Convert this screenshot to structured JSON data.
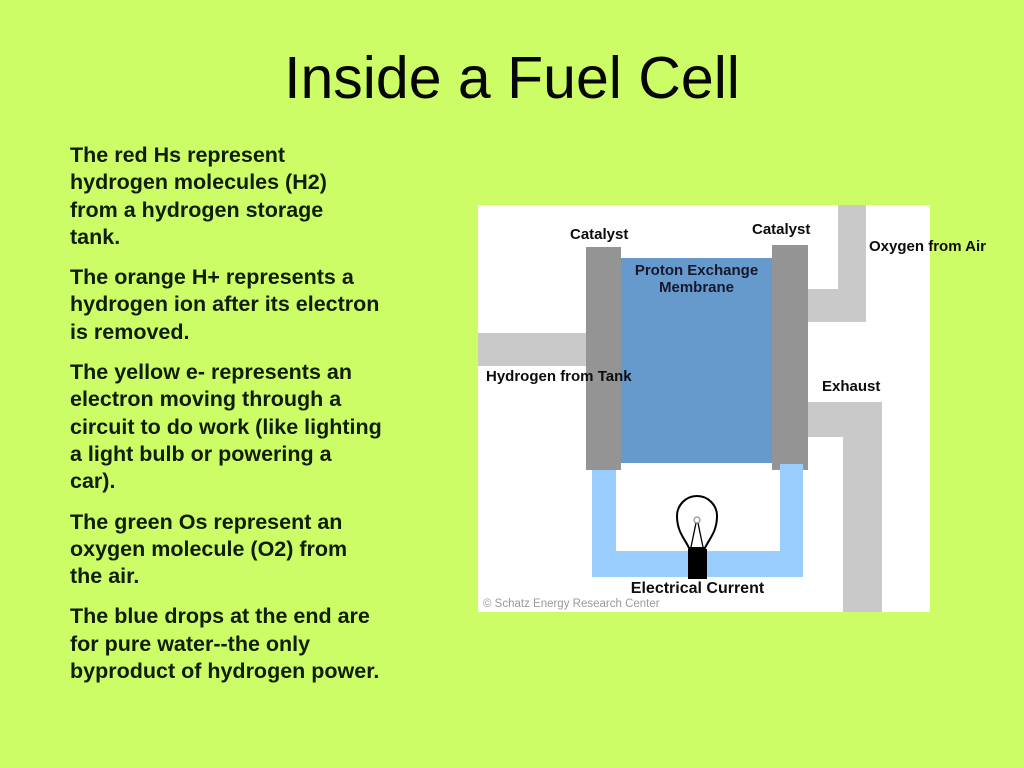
{
  "slide": {
    "title": "Inside a Fuel Cell",
    "background_color": "#ccfc66"
  },
  "body_text": {
    "paragraphs": [
      {
        "lines": [
          "The red Hs represent",
          "hydrogen molecules (H2)",
          "from a hydrogen storage",
          "tank."
        ]
      },
      {
        "lines": [
          "The orange H+ represents a",
          "hydrogen ion after its electron",
          "is removed."
        ]
      },
      {
        "lines": [
          "The yellow e- represents an",
          "electron moving through a",
          "circuit to do work (like lighting",
          "a light bulb or powering a",
          "car)."
        ]
      },
      {
        "lines": [
          "The green Os represent an",
          "oxygen molecule (O2) from",
          "the air."
        ]
      },
      {
        "lines": [
          "The blue drops at the end are",
          "for pure water--the only",
          "byproduct of hydrogen power."
        ]
      }
    ]
  },
  "diagram": {
    "labels": {
      "catalyst_left": "Catalyst",
      "catalyst_right": "Catalyst",
      "oxygen_lines": [
        "Oxygen",
        "from",
        "Air"
      ],
      "hydrogen_lines": [
        "Hydrogen",
        "from Tank"
      ],
      "exhaust": "Exhaust",
      "membrane_lines": [
        "Proton Exchange",
        "Membrane"
      ],
      "electrical_current": "Electrical Current",
      "credit": "© Schatz Energy Research Center"
    },
    "colors": {
      "panel_white": "#ffffff",
      "channel_gray": "#c9c9c9",
      "catalyst_gray": "#949494",
      "membrane_blue": "#6699cc",
      "circuit_blue": "#99ccff",
      "bulb_base_black": "#000000",
      "credit_gray": "#9a9a9a"
    }
  }
}
